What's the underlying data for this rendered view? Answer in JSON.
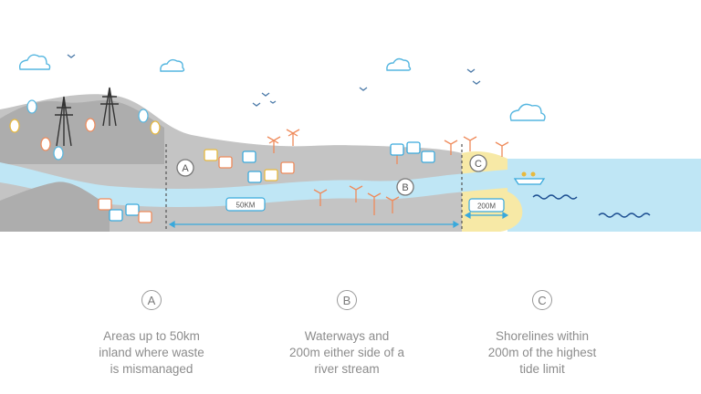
{
  "scene": {
    "zones": [
      {
        "id": "A",
        "marker": "A"
      },
      {
        "id": "B",
        "marker": "B"
      },
      {
        "id": "C",
        "marker": "C"
      }
    ],
    "distance_labels": {
      "inland": "50KM",
      "shoreline": "200M"
    }
  },
  "legend": [
    {
      "marker": "A",
      "text": "Areas up to 50km\ninland where waste\nis mismanaged"
    },
    {
      "marker": "B",
      "text": "Waterways and\n200m either side of a\nriver stream"
    },
    {
      "marker": "C",
      "text": "Shorelines within\n200m of the highest\ntide limit"
    }
  ],
  "colors": {
    "land": "#c4c4c4",
    "hills": "#aaaaaa",
    "river": "#bfe6f5",
    "sea": "#bfe6f5",
    "shore": "#f7e9a6",
    "accent_orange": "#ef8a5a",
    "accent_blue": "#39a9dc"
  }
}
